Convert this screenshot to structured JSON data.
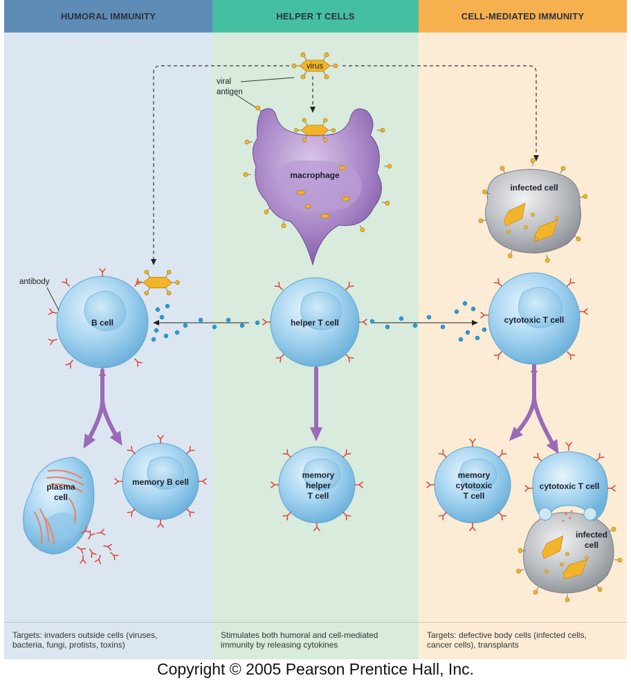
{
  "columns": {
    "humoral": {
      "title": "HUMORAL IMMUNITY",
      "footer_line1": "Targets: invaders outside cells (viruses,",
      "footer_line2": "bacteria, fungi, protists, toxins)"
    },
    "helper": {
      "title": "HELPER T CELLS",
      "footer_line1": "Stimulates both humoral and cell-mediated",
      "footer_line2": "immunity by releasing cytokines"
    },
    "cell_mediated": {
      "title": "CELL-MEDIATED IMMUNITY",
      "footer_line1": "Targets: defective body cells (infected cells,",
      "footer_line2": "cancer cells), transplants"
    }
  },
  "labels": {
    "virus": "virus",
    "viral_antigen_1": "viral",
    "viral_antigen_2": "antigen",
    "macrophage": "macrophage",
    "antibody": "antibody",
    "b_cell": "B cell",
    "helper_t_cell": "helper T cell",
    "cytotoxic_t_cell": "cytotoxic T cell",
    "infected_cell": "infected cell",
    "plasma_cell_1": "plasma",
    "plasma_cell_2": "cell",
    "memory_b_cell": "memory B cell",
    "memory_helper_1": "memory",
    "memory_helper_2": "helper",
    "memory_helper_3": "T cell",
    "memory_cytotoxic_1": "memory",
    "memory_cytotoxic_2": "cytotoxic",
    "memory_cytotoxic_3": "T cell",
    "cytotoxic_t_cell_bottom": "cytotoxic T cell",
    "infected_cell_bottom_1": "infected",
    "infected_cell_bottom_2": "cell"
  },
  "copyright": "Copyright © 2005 Pearson Prentice Hall, Inc.",
  "colors": {
    "humoral_header": "#5f8cb6",
    "helper_header": "#45bfa1",
    "cell_mediated_header": "#f7b04e",
    "cell_fill": "#9fd0ef",
    "macrophage": "#a987c6",
    "infected_cell": "#b5b8bd",
    "virus": "#f2b52a",
    "arrow_purple": "#9a6ab8",
    "receptor_red": "#d94a3e",
    "cytokine_blue": "#2a9ad4"
  }
}
